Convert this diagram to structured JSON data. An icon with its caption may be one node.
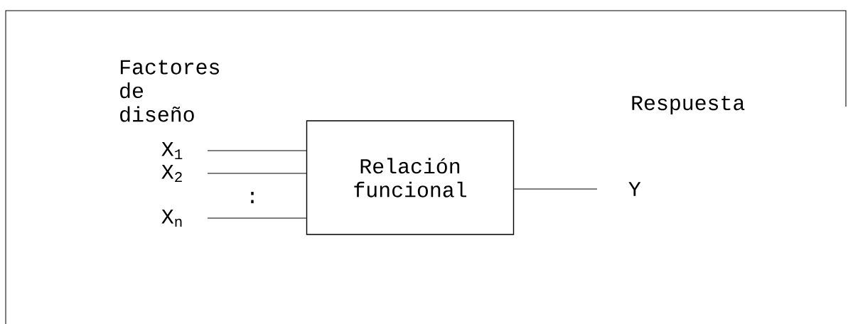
{
  "diagram": {
    "nodes": [
      {
        "text": [
          "Relación funcional"
        ]
      },
      {
        "text": [
          "X$_{1}$"
        ]
      },
      {
        "text": [
          "X$_{2}$"
        ]
      },
      {
        "text": [
          "X$_{n}$"
        ]
      },
      {
        "text": [
          "Y"
        ]
      }
    ],
    "edges": [
      {
        "from": 1,
        "to": 0,
        "arrow": "none"
      },
      {
        "from": 2,
        "to": 0,
        "arrow": "none"
      },
      {
        "from": 3,
        "to": 0,
        "arrow": "none"
      },
      {
        "from": 0,
        "to": 4,
        "arrow": "none"
      }
    ],
    "labels": [
      "Factores de diseño",
      "Respuesta",
      ":"
    ]
  }
}
